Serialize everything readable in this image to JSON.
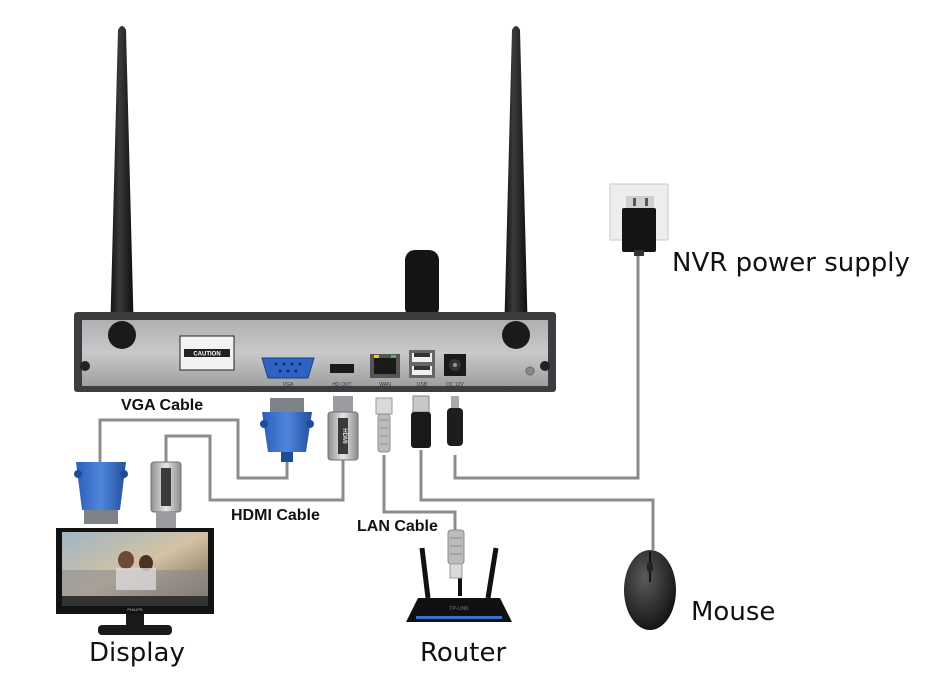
{
  "labels": {
    "vga_cable": "VGA Cable",
    "hdmi_cable": "HDMI Cable",
    "lan_cable": "LAN Cable",
    "nvr_power_supply": "NVR power supply",
    "mouse": "Mouse",
    "display": "Display",
    "router": "Router"
  },
  "device_text": {
    "caution": "CAUTION",
    "port_vga": "VGA",
    "port_hdmi": "HD OUT",
    "port_lan": "WAN",
    "port_usb": "USB",
    "port_power": "DC 12V",
    "hdmi_plug": "HDMI",
    "monitor_brand": "PHILIPS",
    "router_brand": "TP-LINK"
  }
}
